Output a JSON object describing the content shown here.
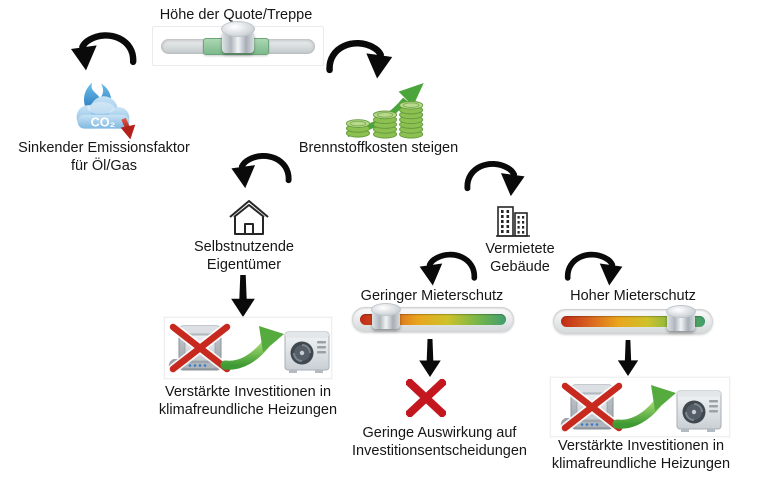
{
  "diagram": {
    "title": "Höhe der Quote/Treppe",
    "quota_slider": {
      "knob_position": "center",
      "segment_color": "#8fc49c"
    },
    "emission": {
      "line1": "Sinkender Emissionsfaktor",
      "line2": "für Öl/Gas",
      "co2_text": "CO₂",
      "icon": "co2-cloud-decreasing"
    },
    "fuel": {
      "label": "Brennstoffkosten steigen",
      "icon": "coin-stacks-rising"
    },
    "owners": {
      "line1": "Selbstnutzende",
      "line2": "Eigentümer",
      "icon": "house-outline"
    },
    "rented": {
      "line1": "Vermietete",
      "line2": "Gebäude",
      "icon": "buildings"
    },
    "low_protection": {
      "label": "Geringer Mieterschutz",
      "knob_position": "left"
    },
    "high_protection": {
      "label": "Hoher Mieterschutz",
      "knob_position": "right"
    },
    "invest_left": {
      "line1": "Verstärkte Investitionen in",
      "line2": "klimafreundliche Heizungen",
      "icon": "boiler-crossed-to-heatpump"
    },
    "no_effect": {
      "line1": "Geringe Auswirkung auf",
      "line2": "Investitionsentscheidungen",
      "icon": "red-x"
    },
    "invest_right": {
      "line1": "Verstärkte Investitionen in",
      "line2": "klimafreundliche Heizungen",
      "icon": "boiler-crossed-to-heatpump"
    },
    "colors": {
      "arrow": "#0a0a0a",
      "red_x": "#c4161f",
      "slider_green_segment": "#8fc49c",
      "protection_gradient": [
        "#c02a18",
        "#d8641e",
        "#e9a61d",
        "#7ab648",
        "#3f9e6e"
      ],
      "coin_green": "#8cc152",
      "cloud_blue": "#8fc3e8"
    }
  }
}
